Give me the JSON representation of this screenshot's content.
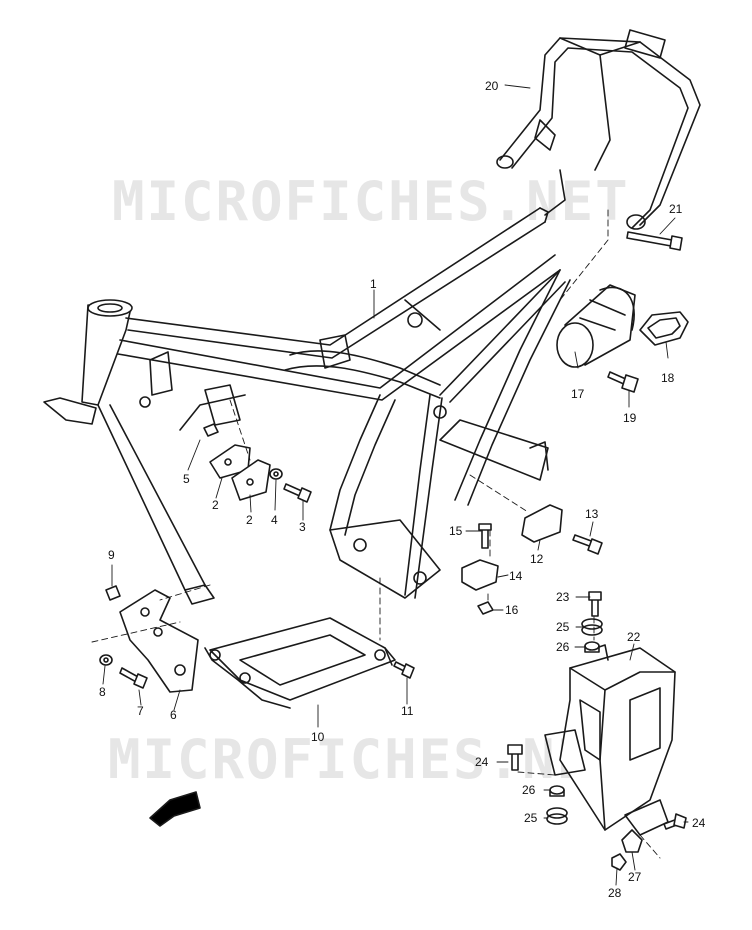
{
  "watermark": "MICROFICHES.NET",
  "fwd_label": "FWD",
  "callouts": {
    "c1": "1",
    "c2a": "2",
    "c2b": "2",
    "c3": "3",
    "c4": "4",
    "c5": "5",
    "c6": "6",
    "c7": "7",
    "c8": "8",
    "c9": "9",
    "c10": "10",
    "c11": "11",
    "c12": "12",
    "c13": "13",
    "c14": "14",
    "c15": "15",
    "c16": "16",
    "c17": "17",
    "c18": "18",
    "c19": "19",
    "c20": "20",
    "c21": "21",
    "c22": "22",
    "c23": "23",
    "c24a": "24",
    "c24b": "24",
    "c25a": "25",
    "c25b": "25",
    "c26a": "26",
    "c26b": "26",
    "c27": "27",
    "c28": "28"
  },
  "colors": {
    "line": "#1a1a1a",
    "watermark": "#e6e6e6",
    "background": "#ffffff"
  }
}
